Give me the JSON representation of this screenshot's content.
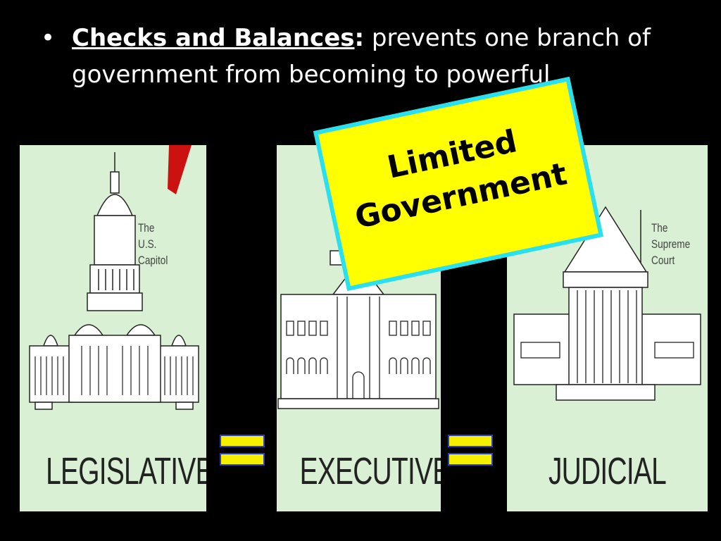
{
  "bullet": {
    "marker": "•",
    "term": "Checks and Balances",
    "colon": ":",
    "text": " prevents one branch of government from becoming to powerful"
  },
  "panels": {
    "legislative": {
      "label": "LEGISLATIVE",
      "caption": [
        "The",
        "U.S.",
        "Capitol"
      ]
    },
    "executive": {
      "label": "EXECUTIVE"
    },
    "judicial": {
      "label": "JUDICIAL",
      "caption": [
        "The",
        "Supreme",
        "Court"
      ]
    }
  },
  "callout": {
    "line1": "Limited",
    "line2": "Government"
  },
  "colors": {
    "background": "#000000",
    "panel": "#d9f0d4",
    "callout_fill": "#ffff00",
    "callout_border": "#29e0f2",
    "equals_fill": "#f5ef00",
    "equals_border": "#2a3fbf",
    "accent_red": "#cc1111"
  }
}
